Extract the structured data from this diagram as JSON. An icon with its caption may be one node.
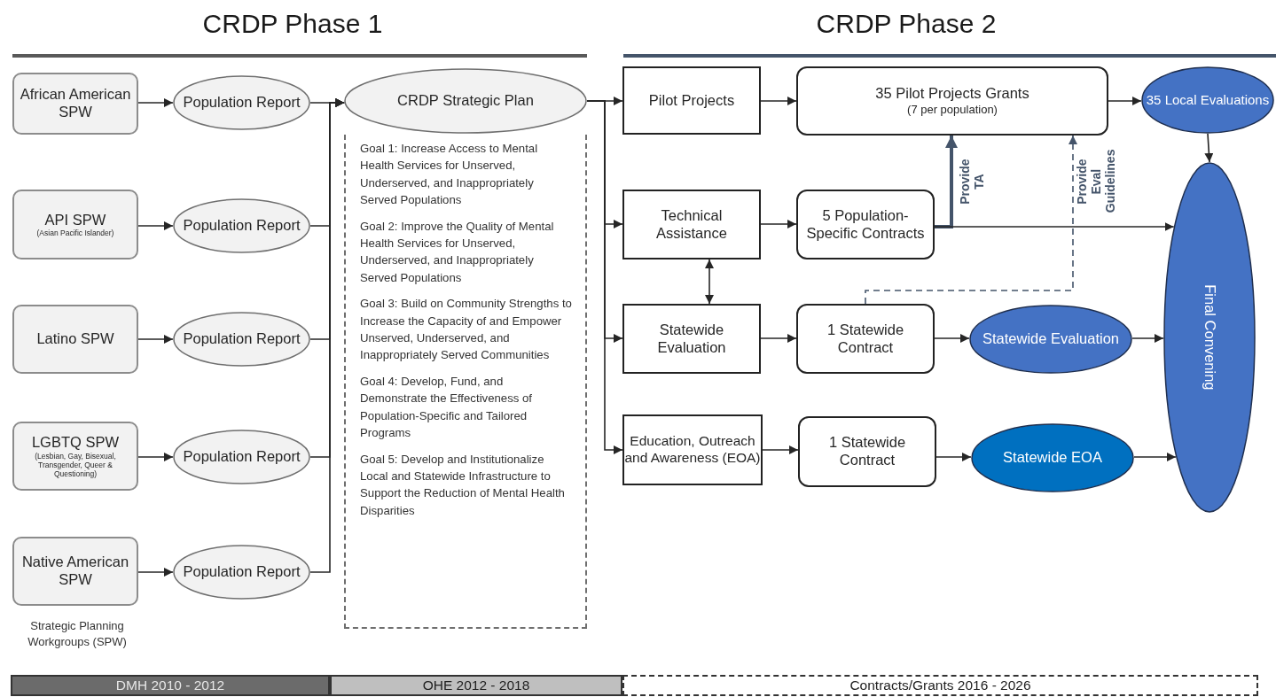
{
  "diagram": {
    "nodes": [
      {
        "text": [
          "African American SPW"
        ]
      },
      {
        "text": [
          "API SPW",
          "(Asian Pacific Islander)"
        ]
      },
      {
        "text": [
          "Latino SPW"
        ]
      },
      {
        "text": [
          "LGBTQ SPW",
          "(Lesbian, Gay, Bisexual, Transgender, Queer & Questioning)"
        ]
      },
      {
        "text": [
          "Native American SPW"
        ],
        "beside": [
          "Strategic Planning Workgroups (SPW)"
        ]
      },
      {
        "text": [
          "Population Report"
        ]
      },
      {
        "text": [
          "Population Report"
        ]
      },
      {
        "text": [
          "Population Report"
        ]
      },
      {
        "text": [
          "Population Report"
        ]
      },
      {
        "text": [
          "Population Report"
        ]
      },
      {
        "text": [
          "CRDP Strategic Plan"
        ]
      },
      {
        "text": [
          "Goal 1: Increase Access to Mental Health Services for Unserved, Underserved, and Inappropriately Served Populations",
          "Goal 2: Improve the Quality of Mental Health Services for Unserved, Underserved, and Inappropriately Served Populations",
          "Goal 3: Build on Community Strengths to Increase the Capacity of and Empower Unserved, Underserved, and Inappropriately Served Communities",
          "Goal 4: Develop, Fund, and Demonstrate the Effectiveness of Population-Specific and Tailored Programs",
          "Goal 5: Develop and Institutionalize Local and Statewide Infrastructure to Support the Reduction of Mental Health Disparities"
        ]
      },
      {
        "text": [
          "Pilot Projects"
        ]
      },
      {
        "text": [
          "Technical Assistance"
        ]
      },
      {
        "text": [
          "Statewide Evaluation"
        ]
      },
      {
        "text": [
          "Education, Outreach and Awareness (EOA)"
        ]
      },
      {
        "text": [
          "35 Pilot Projects Grants",
          "(7 per population)"
        ]
      },
      {
        "text": [
          "5 Population-Specific Contracts"
        ]
      },
      {
        "text": [
          "1 Statewide Contract"
        ]
      },
      {
        "text": [
          "1 Statewide Contract"
        ]
      },
      {
        "text": [
          "35 Local Evaluations"
        ]
      },
      {
        "text": [
          "Statewide Evaluation"
        ]
      },
      {
        "text": [
          "Statewide EOA"
        ]
      },
      {
        "text": [
          "Final Convening"
        ]
      },
      {
        "text": [
          "DMH 2010 - 2012"
        ]
      },
      {
        "text": [
          "OHE 2012 - 2018"
        ]
      },
      {
        "text": [
          "Contracts/Grants 2016 - 2026"
        ]
      }
    ],
    "edges": [
      {
        "from": 0,
        "to": 5,
        "arrow": "to"
      },
      {
        "from": 1,
        "to": 6,
        "arrow": "to"
      },
      {
        "from": 2,
        "to": 7,
        "arrow": "to"
      },
      {
        "from": 3,
        "to": 8,
        "arrow": "to"
      },
      {
        "from": 4,
        "to": 9,
        "arrow": "to"
      },
      {
        "from": 5,
        "to": 10,
        "arrow": "to"
      },
      {
        "from": 6,
        "to": 10,
        "arrow": "to"
      },
      {
        "from": 7,
        "to": 10,
        "arrow": "to"
      },
      {
        "from": 8,
        "to": 10,
        "arrow": "to"
      },
      {
        "from": 9,
        "to": 10,
        "arrow": "to"
      },
      {
        "from": 10,
        "to": 12,
        "arrow": "to"
      },
      {
        "from": 10,
        "to": 13,
        "arrow": "to"
      },
      {
        "from": 10,
        "to": 14,
        "arrow": "to"
      },
      {
        "from": 10,
        "to": 15,
        "arrow": "to"
      },
      {
        "from": 12,
        "to": 16,
        "arrow": "to"
      },
      {
        "from": 13,
        "to": 17,
        "arrow": "to"
      },
      {
        "from": 14,
        "to": 18,
        "arrow": "to"
      },
      {
        "from": 15,
        "to": 19,
        "arrow": "to"
      },
      {
        "from": 16,
        "to": 20,
        "arrow": "to"
      },
      {
        "from": 17,
        "to": 16,
        "arrow": "to",
        "label": "Provide TA",
        "style": "thick",
        "color": "#44546a"
      },
      {
        "from": 17,
        "to": 23,
        "arrow": "to"
      },
      {
        "from": 18,
        "to": 16,
        "arrow": "to",
        "label": "Provide Eval Guidelines",
        "style": "dashed",
        "color": "#44546a"
      },
      {
        "from": 18,
        "to": 21,
        "arrow": "to"
      },
      {
        "from": 19,
        "to": 22,
        "arrow": "to"
      },
      {
        "from": 20,
        "to": 23,
        "arrow": "to"
      },
      {
        "from": 21,
        "to": 23,
        "arrow": "to"
      },
      {
        "from": 22,
        "to": 23,
        "arrow": "to"
      },
      {
        "from": 13,
        "to": 14,
        "arrow": "both"
      }
    ],
    "labels": [
      "CRDP Phase 1",
      "CRDP Phase 2"
    ]
  }
}
